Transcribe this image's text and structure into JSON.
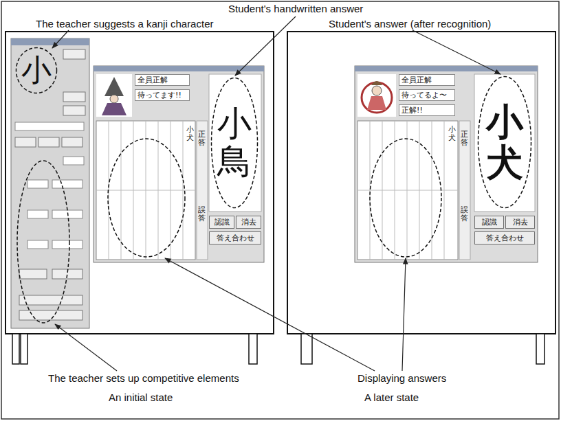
{
  "diagram": {
    "nodes": [
      {
        "text": [
          "小"
        ]
      },
      {
        "text": [
          "全員正解"
        ]
      },
      {
        "text": [
          "待ってます!!"
        ]
      },
      {
        "text": [
          "小鳥"
        ]
      },
      {
        "text": [
          "小犬"
        ]
      },
      {
        "text": [
          "認識"
        ]
      },
      {
        "text": [
          "消去"
        ]
      },
      {
        "text": [
          "答え合わせ"
        ]
      },
      {
        "text": [
          "全員正解"
        ]
      },
      {
        "text": [
          "待ってるよ〜"
        ]
      },
      {
        "text": [
          "正解!!"
        ]
      },
      {
        "text": [
          "小犬"
        ]
      },
      {
        "text": [
          "小犬"
        ]
      },
      {
        "text": [
          "認識"
        ]
      },
      {
        "text": [
          "消去"
        ]
      },
      {
        "text": [
          "答え合わせ"
        ]
      }
    ],
    "labels": [
      "Student's handwritten answer",
      "The teacher suggests a kanji character",
      "Student's answer (after recognition)",
      "The teacher sets up competitive elements",
      "Displaying answers",
      "An initial state",
      "A later state",
      "正答",
      "誤答",
      "正答",
      "誤答"
    ]
  }
}
